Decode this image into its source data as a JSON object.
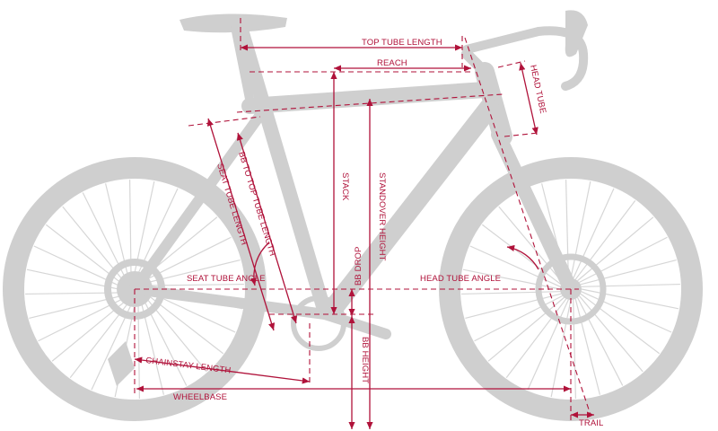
{
  "labels": {
    "top_tube_length": "TOP TUBE LENGTH",
    "reach": "REACH",
    "head_tube": "HEAD TUBE",
    "stack": "STACK",
    "standover_height": "STANDOVER HEIGHT",
    "seat_tube_length": "SEAT TUBE LENGTH",
    "bb_to_top_tube_length": "BB TO TOP TUBE LENGTH",
    "seat_tube_angle": "SEAT TUBE ANGLE",
    "head_tube_angle": "HEAD TUBE ANGLE",
    "bb_drop": "BB DROP",
    "bb_height": "BB HEIGHT",
    "chainstay_length": "CHAINSTAY LENGTH",
    "wheelbase": "WHEELBASE",
    "trail": "TRAIL"
  },
  "colors": {
    "dimension": "#b0123a",
    "bike": "#cfcfcf"
  }
}
